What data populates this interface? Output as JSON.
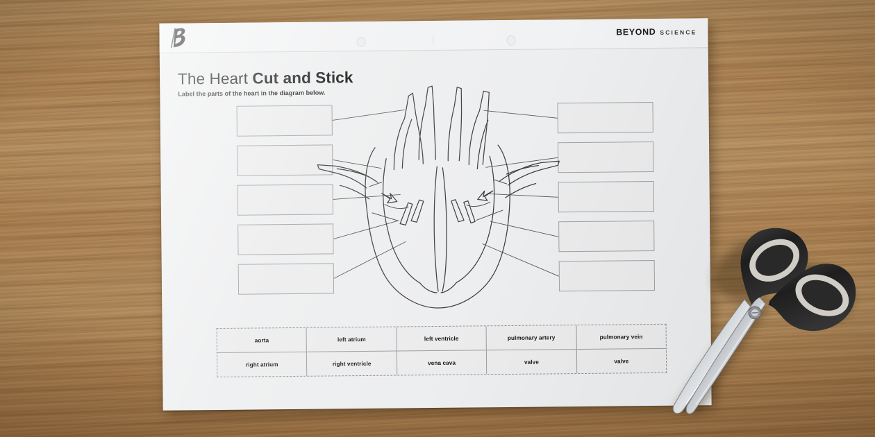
{
  "scene": {
    "surface": "wooden-desk",
    "desk_color": "#ad8555",
    "props": [
      "worksheet",
      "scissors"
    ]
  },
  "worksheet": {
    "paper_color": "#edeeef",
    "header": {
      "logo_letter": "B",
      "brand_main": "BEYOND",
      "brand_sub": "SCIENCE",
      "punch_holes": 2
    },
    "title": {
      "light_part": "The Heart ",
      "bold_part": "Cut and Stick"
    },
    "subtitle": "Label the parts of the heart in the diagram below.",
    "label_boxes": {
      "left": [
        {
          "value": "",
          "placeholder": ""
        },
        {
          "value": "",
          "placeholder": ""
        },
        {
          "value": "",
          "placeholder": ""
        },
        {
          "value": "",
          "placeholder": ""
        },
        {
          "value": "",
          "placeholder": ""
        }
      ],
      "right": [
        {
          "value": "",
          "placeholder": ""
        },
        {
          "value": "",
          "placeholder": ""
        },
        {
          "value": "",
          "placeholder": ""
        },
        {
          "value": "",
          "placeholder": ""
        },
        {
          "value": "",
          "placeholder": ""
        }
      ]
    },
    "diagram": {
      "name": "heart-cross-section-diagram",
      "style": "black-and-white-line-drawing",
      "line_color": "#3b3e41"
    },
    "cut_table": {
      "border_style": "dashed-cut-line",
      "rows": [
        [
          "aorta",
          "left atrium",
          "left ventricle",
          "pulmonary artery",
          "pulmonary vein"
        ],
        [
          "right atrium",
          "right ventricle",
          "vena cava",
          "valve",
          "valve"
        ]
      ]
    }
  },
  "scissors": {
    "handle_color": "#232323",
    "handle_inner_color": "#cfcdc6",
    "blade_color": "#b9bcc0"
  }
}
